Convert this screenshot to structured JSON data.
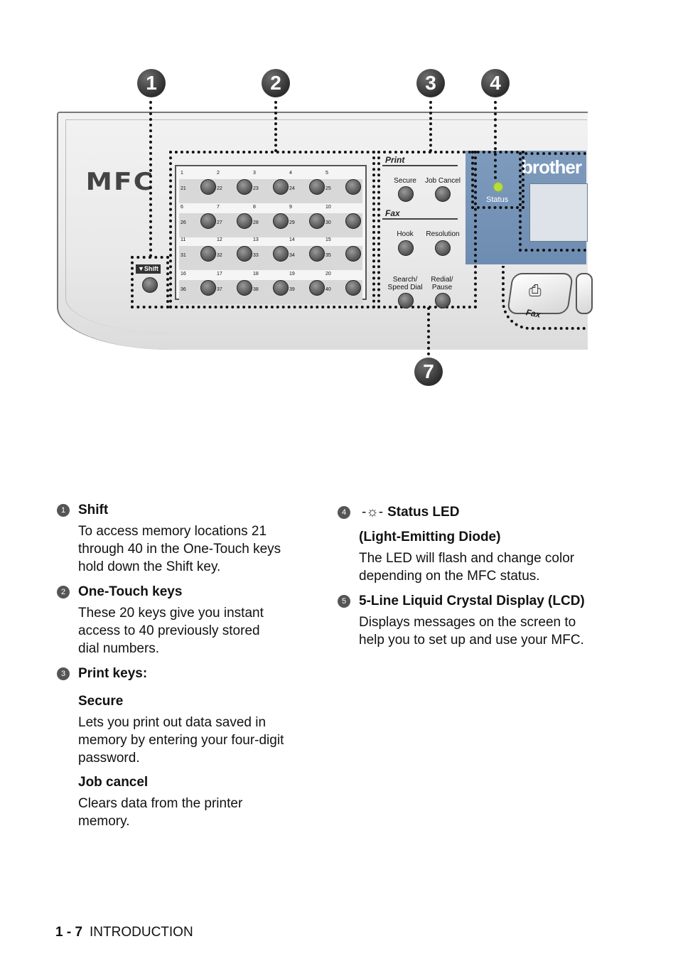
{
  "panel": {
    "logo": "MFC",
    "brand": "brother",
    "status_label": "Status",
    "shift_label": "▼Shift",
    "print_label": "Print",
    "fax_section_label": "Fax",
    "secure_label": "Secure",
    "job_cancel_label": "Job Cancel",
    "hook_label": "Hook",
    "resolution_label": "Resolution",
    "search_label": "Search/ Speed Dial",
    "redial_label": "Redial/ Pause",
    "fax_button_label": "Fax",
    "callouts": [
      "1",
      "2",
      "3",
      "4",
      "7"
    ],
    "onetouch_top": [
      "1",
      "2",
      "3",
      "4",
      "5",
      "6",
      "7",
      "8",
      "9",
      "10",
      "11",
      "12",
      "13",
      "14",
      "15",
      "16",
      "17",
      "18",
      "19",
      "20"
    ],
    "onetouch_bottom": [
      "21",
      "22",
      "23",
      "24",
      "25",
      "26",
      "27",
      "28",
      "29",
      "30",
      "31",
      "32",
      "33",
      "34",
      "35",
      "36",
      "37",
      "38",
      "39",
      "40"
    ]
  },
  "items": {
    "shift": {
      "num": "1",
      "title": "Shift",
      "text": "To access memory locations 21 through 40 in the One-Touch keys hold down the Shift key."
    },
    "onetouch": {
      "num": "2",
      "title": "One-Touch keys",
      "text": "These 20 keys give you instant access to 40 previously stored dial numbers."
    },
    "print": {
      "num": "3",
      "title": "Print keys:",
      "secure_title": "Secure",
      "secure_text": "Lets you print out data saved in memory by entering your four-digit password.",
      "cancel_title": "Job cancel",
      "cancel_text": "Clears data from the printer memory."
    },
    "status": {
      "num": "4",
      "title": "Status LED",
      "title2": "(Light-Emitting Diode)",
      "text": "The LED will flash and change color depending on the MFC status."
    },
    "lcd": {
      "num": "5",
      "title": "5-Line Liquid Crystal Display (LCD)",
      "text": "Displays messages on the screen to help you to set up and use your MFC."
    }
  },
  "footer": {
    "page": "1 - 7",
    "section": "INTRODUCTION"
  }
}
